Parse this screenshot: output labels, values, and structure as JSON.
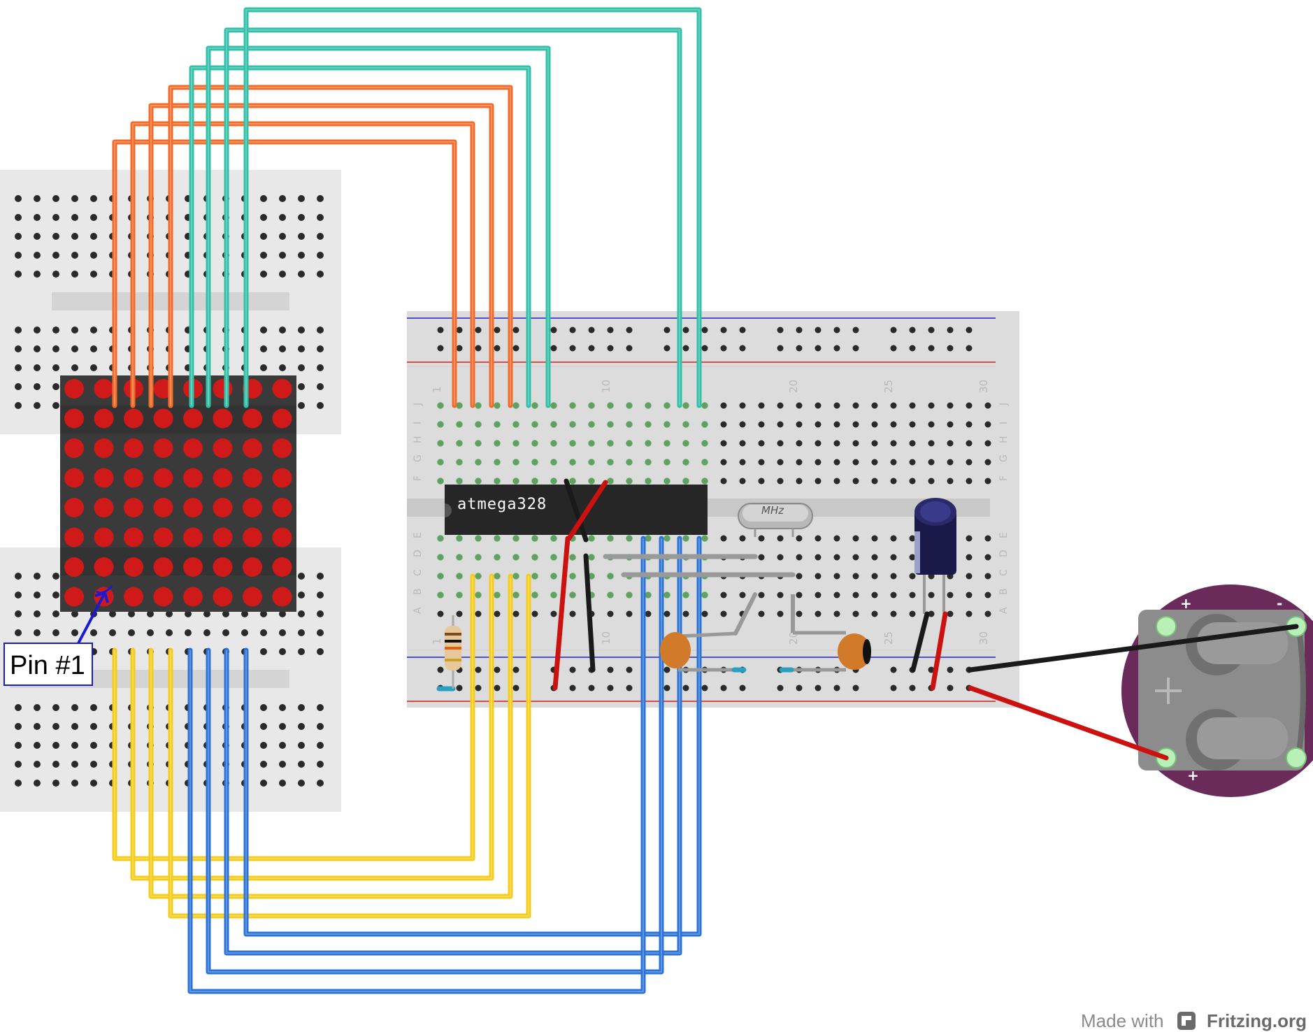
{
  "diagram": {
    "ic_label": "atmega328",
    "crystal_label": "MHz",
    "pin_callout": "Pin #1",
    "breadboard_column_numbers": [
      "1",
      "10",
      "20",
      "25",
      "30"
    ],
    "breadboard_row_letters_top": [
      "J",
      "I",
      "H",
      "G",
      "F"
    ],
    "breadboard_row_letters_bottom": [
      "E",
      "D",
      "C",
      "B",
      "A"
    ],
    "battery_signs": [
      "+",
      "-",
      "+"
    ],
    "wire_colors": {
      "orange": "#f26b2a",
      "teal": "#33c0a8",
      "yellow": "#f5cc1c",
      "blue": "#2b73d6",
      "red": "#cc1111",
      "black": "#222222"
    },
    "led_color": "#d01a1a",
    "battery_holder_color": "#6a2a5a"
  },
  "footer": {
    "made_with": "Made with",
    "brand": "Fritzing.org"
  }
}
